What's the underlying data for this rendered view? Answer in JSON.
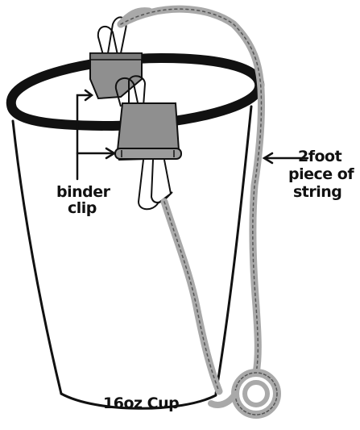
{
  "labels": {
    "binder_clip": [
      "binder",
      "clip"
    ],
    "string": [
      "2foot",
      "piece of",
      "string"
    ],
    "cup": "16oz Cup"
  },
  "colors": {
    "ink": "#111111",
    "clip_gray": "#8f8f8f",
    "string_gray": "#a9a9a9",
    "background": "#ffffff"
  }
}
